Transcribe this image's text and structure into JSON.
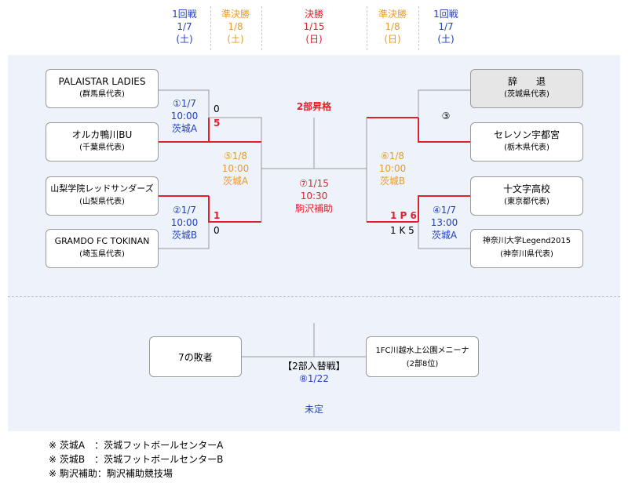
{
  "header": {
    "columns": [
      {
        "round": "1回戦",
        "date": "1/7",
        "day": "(土)",
        "color": "blue"
      },
      {
        "round": "準決勝",
        "date": "1/8",
        "day": "(土)",
        "color": "orange"
      },
      {
        "round": "決勝",
        "date": "1/15",
        "day": "(日)",
        "color": "red"
      },
      {
        "round": "準決勝",
        "date": "1/8",
        "day": "(日)",
        "color": "orange"
      },
      {
        "round": "1回戦",
        "date": "1/7",
        "day": "(土)",
        "color": "blue"
      }
    ]
  },
  "teams": {
    "t1": {
      "name": "PALAISTAR LADIES",
      "pref": "(群馬県代表)"
    },
    "t2": {
      "name": "オルカ鴨川BU",
      "pref": "(千葉県代表)"
    },
    "t3": {
      "name": "山梨学院レッドサンダーズ",
      "pref": "(山梨県代表)"
    },
    "t4": {
      "name": "GRAMDO FC TOKINAN",
      "pref": "(埼玉県代表)"
    },
    "t5": {
      "name": "辞　　退",
      "pref": "(茨城県代表)"
    },
    "t6": {
      "name": "セレソン宇都宮",
      "pref": "(栃木県代表)"
    },
    "t7": {
      "name": "十文字高校",
      "pref": "(東京都代表)"
    },
    "t8": {
      "name": "神奈川大学Legend2015",
      "pref": "(神奈川県代表)"
    },
    "loser": {
      "name": "7の敗者"
    },
    "meniina": {
      "name": "1FC川越水上公園メニーナ",
      "pref": "(2部8位)"
    }
  },
  "matches": {
    "m1": {
      "no": "①",
      "date": "1/7",
      "time": "10:00",
      "venue": "茨城A"
    },
    "m2": {
      "no": "②",
      "date": "1/7",
      "time": "10:00",
      "venue": "茨城B"
    },
    "m3": {
      "no": "③"
    },
    "m4": {
      "no": "④",
      "date": "1/7",
      "time": "13:00",
      "venue": "茨城A"
    },
    "m5": {
      "no": "⑤",
      "date": "1/8",
      "time": "10:00",
      "venue": "茨城A"
    },
    "m6": {
      "no": "⑥",
      "date": "1/8",
      "time": "10:00",
      "venue": "茨城B"
    },
    "m7": {
      "no": "⑦",
      "date": "1/15",
      "time": "10:30",
      "venue": "駒沢補助"
    },
    "m8": {
      "title": "【2部入替戦】",
      "no": "⑧",
      "date": "1/22",
      "status": "未定"
    }
  },
  "promotion_label": "2部昇格",
  "scores": {
    "m1_top": "0",
    "m1_bottom": "5",
    "m2_top": "1",
    "m2_bottom": "0",
    "m4_top": "1 P 6",
    "m4_bottom": "1 K 5"
  },
  "notes": [
    "※ 茨城A　：茨城フットボールセンターA",
    "※ 茨城B　：茨城フットボールセンターB",
    "※ 駒沢補助：駒沢補助競技場"
  ],
  "colors": {
    "blue": "#1f3fbf",
    "orange": "#e89b2c",
    "red": "#e0212d",
    "panel": "#eef3fb",
    "line": "#999999"
  }
}
